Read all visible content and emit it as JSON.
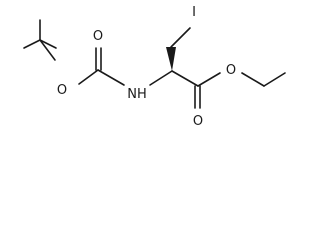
{
  "structure": {
    "atoms": {
      "iodine": "I",
      "nitrogen_h": "NH",
      "boc_carbonyl_o": "O",
      "boc_ester_o": "O",
      "ethyl_ester_o": "O",
      "ester_carbonyl_o": "O"
    },
    "colors": {
      "bond": "#1a1a1a",
      "label": "#1a1a1a",
      "background": "#ffffff"
    }
  }
}
